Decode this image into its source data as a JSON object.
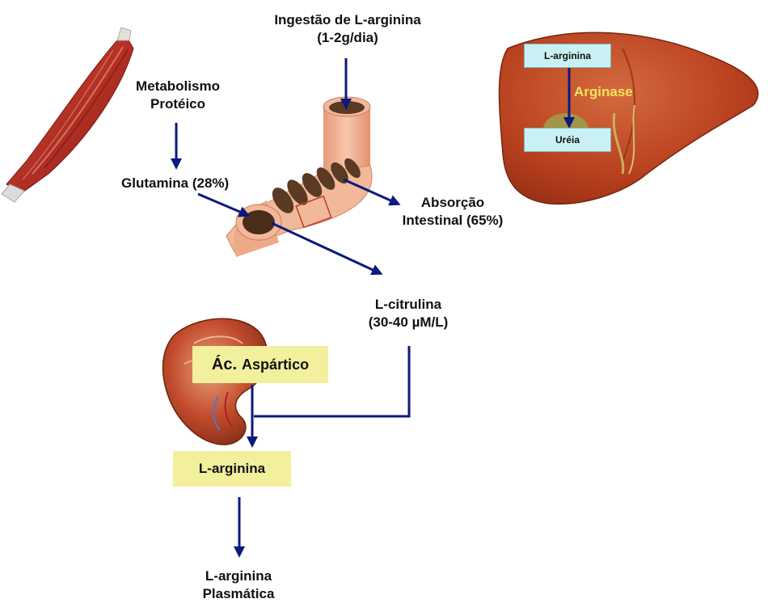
{
  "labels": {
    "ingestion_line1": "Ingestão de L-arginina",
    "ingestion_line2": "(1-2g/dia)",
    "metabolism_line1": "Metabolismo",
    "metabolism_line2": "Protéico",
    "glutamine": "Glutamina (28%)",
    "absorption_line1": "Absorção",
    "absorption_line2": "Intestinal (65%)",
    "citrulline_line1": "L-citrulina",
    "citrulline_line2": "(30-40 µM/L)",
    "plasma_line1": "L-arginina",
    "plasma_line2": "Plasmática"
  },
  "boxes": {
    "aspartic_prefix": "Ác.",
    "aspartic_name": "Aspártico",
    "arginine": "L-arginina"
  },
  "liver": {
    "arginine": "L-arginina",
    "enzyme": "Arginase",
    "urea": "Uréia"
  },
  "colors": {
    "arrow": "#0b1a7d",
    "yellow_box": "#f2ef9d",
    "cyan_box": "#c9f1f3",
    "enzyme_text": "#f4e45a",
    "liver": "#b8401e",
    "muscle": "#c0392b",
    "intestine_outer": "#f1b89a",
    "intestine_fold": "#5a3a22",
    "kidney": "#c24a2c"
  }
}
